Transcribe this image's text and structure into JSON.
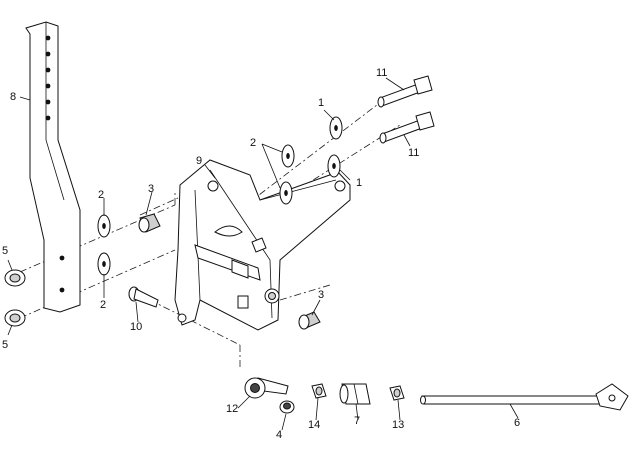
{
  "callouts": {
    "c8": "8",
    "c11a": "11",
    "c1a": "1",
    "c11b": "11",
    "c2a": "2",
    "c9": "9",
    "c1b": "1",
    "c2b": "2",
    "c3a": "3",
    "c5a": "5",
    "c2c": "2",
    "c3b": "3",
    "c10": "10",
    "c5b": "5",
    "c12": "12",
    "c14": "14",
    "c7": "7",
    "c13": "13",
    "c6": "6",
    "c4": "4"
  }
}
